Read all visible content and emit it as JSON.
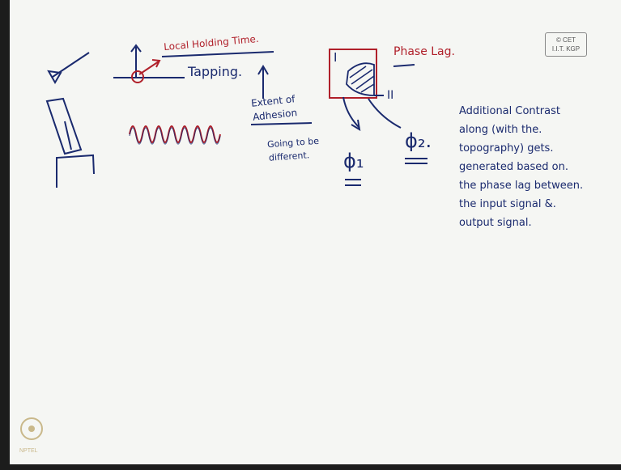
{
  "stamp": {
    "line1": "© CET",
    "line2": "I.I.T. KGP"
  },
  "left": {
    "title": "Local Holding Time.",
    "tapping": "Tapping.",
    "extent_line1": "Extent of",
    "extent_line2": "Adhesion",
    "going_line1": "Going to be",
    "going_line2": "different."
  },
  "phase": {
    "title": "Phase Lag.",
    "label_in": "I",
    "label_out": "II",
    "phi1": "ϕ₁",
    "phi2": "ϕ₂."
  },
  "notes": {
    "lines": [
      "Additional Contrast",
      "along (with the.",
      "topography) gets.",
      "generated based on.",
      "the phase lag between.",
      "the input signal &.",
      "output signal."
    ]
  },
  "logo": {
    "text": "NPTEL"
  },
  "colors": {
    "board": "#f5f6f3",
    "ink_blue": "#1a2a6e",
    "ink_red": "#b0202a"
  }
}
